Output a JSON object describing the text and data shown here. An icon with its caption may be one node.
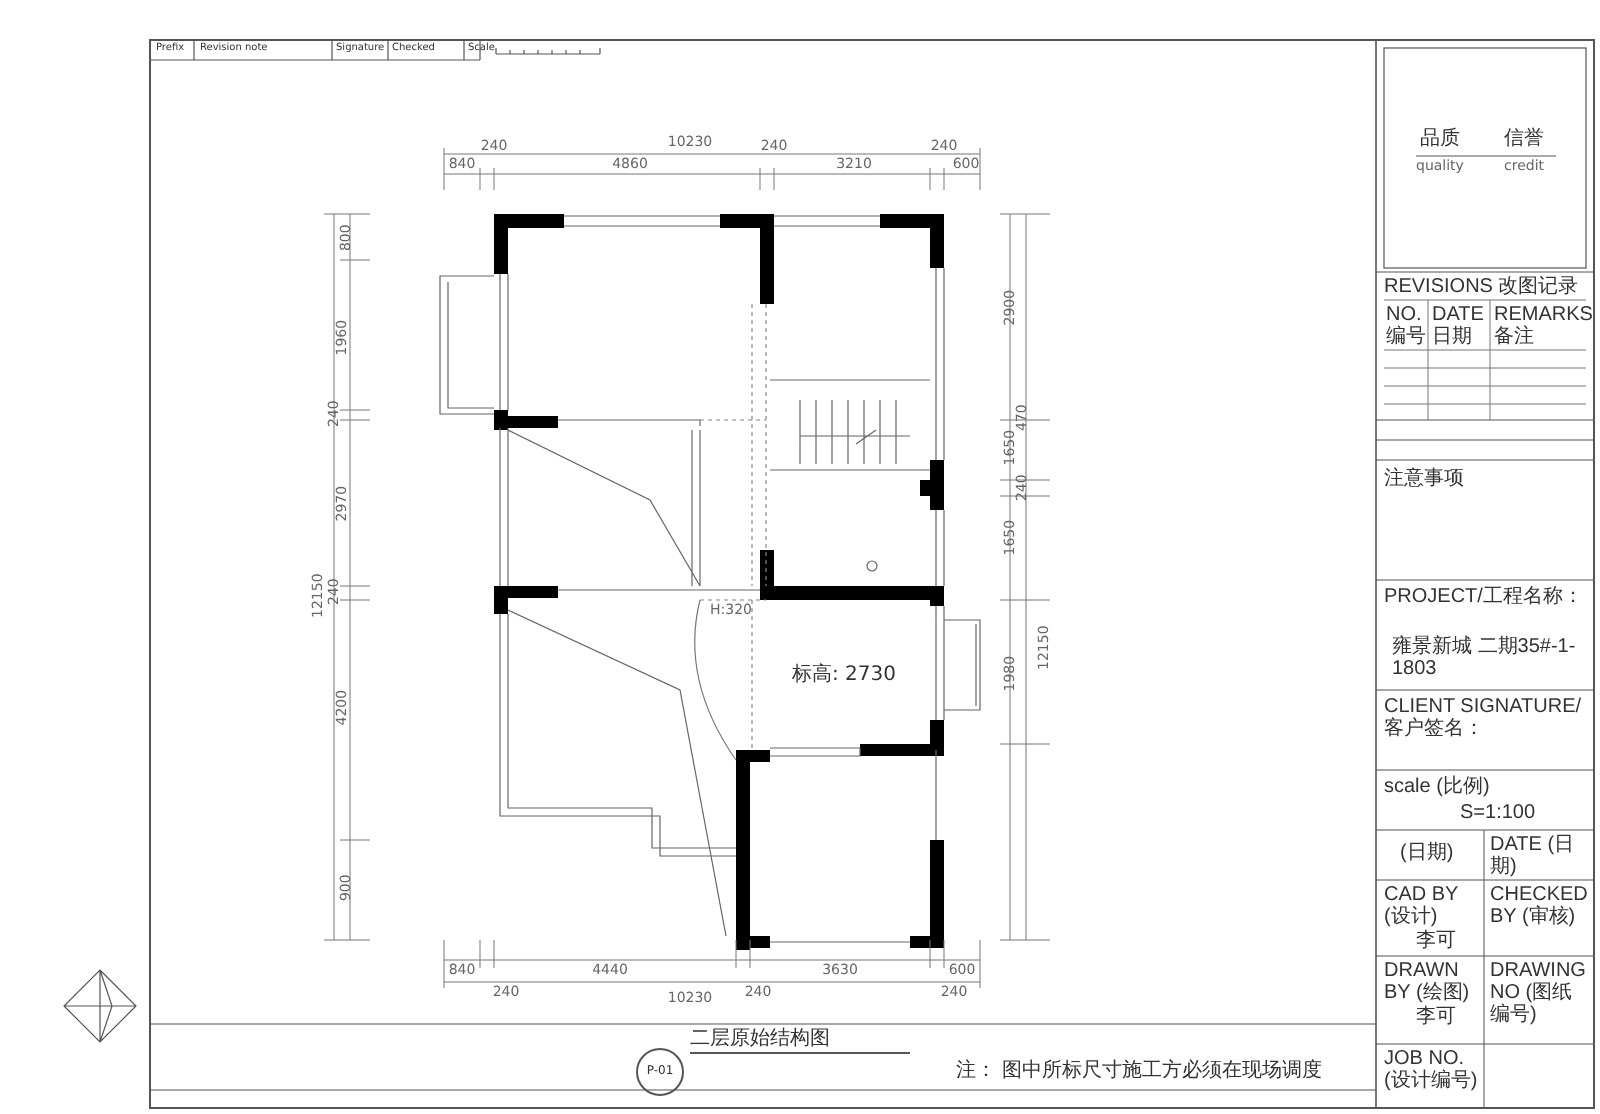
{
  "diagram": {
    "title": "二层原始结构图",
    "labels": [
      "Prefix",
      "Revision note",
      "Signature",
      "Checked",
      "Scale",
      "10230",
      "840",
      "240",
      "4860",
      "240",
      "3210",
      "240",
      "600",
      "12150",
      "800",
      "1960",
      "240",
      "2970",
      "240",
      "4200",
      "900",
      "2900",
      "470",
      "1650",
      "240",
      "1650",
      "12150",
      "1980",
      "H:320",
      "标高: 2730",
      "840",
      "4440",
      "3630",
      "600",
      "240",
      "240",
      "240",
      "10230",
      "P-01",
      "注：  图中所标尺寸施工方必须在现场调度",
      "品质",
      "信誉",
      "quality",
      "credit",
      "REVISIONS 改图记录",
      "NO. 编号",
      "DATE 日期",
      "REMARKS 备注",
      "注意事项",
      "PROJECT/工程名称：",
      "雍景新城 二期35#-1-1803",
      "CLIENT SIGNATURE/ 客户签名：",
      "scale (比例)",
      "S=1:100",
      "(日期)",
      "DATE (日期)",
      "CAD BY (设计)",
      "李可",
      "CHECKED BY (审核)",
      "DRAWN BY (绘图)",
      "李可",
      "DRAWING NO (图纸编号)",
      "JOB NO. (设计编号)"
    ]
  }
}
